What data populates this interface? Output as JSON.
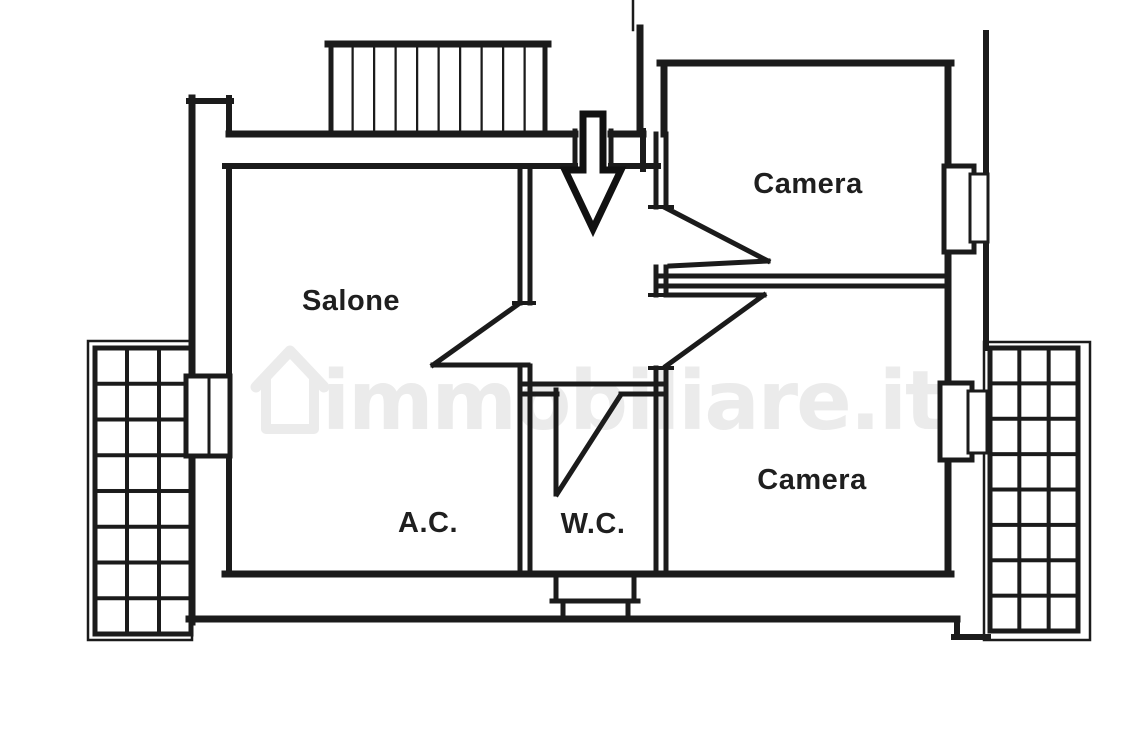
{
  "plan": {
    "type": "apartment-floor-plan",
    "labels": {
      "salone": "Salone",
      "ac": "A.C.",
      "wc": "W.C.",
      "camera_top": "Camera",
      "camera_bottom": "Camera"
    },
    "watermark": {
      "text": "immobiliare.it",
      "icon": "house-icon"
    },
    "icons": {
      "entrance": "down-arrow-icon"
    },
    "colors": {
      "wall": "#1b1b1b",
      "label": "#1f1f1f",
      "watermark": "#ebebeb",
      "background": "#ffffff"
    }
  }
}
